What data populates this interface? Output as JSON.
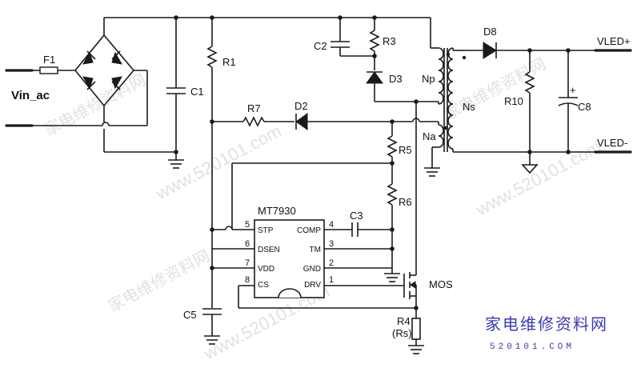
{
  "components": {
    "fuse": "F1",
    "input_label": "Vin_ac",
    "c1": "C1",
    "r1": "R1",
    "c2": "C2",
    "r3": "R3",
    "d3": "D3",
    "r7": "R7",
    "d2": "D2",
    "r5": "R5",
    "r6": "R6",
    "c3": "C3",
    "c5": "C5",
    "r4": "R4",
    "rs": "(Rs)",
    "mos": "MOS",
    "d8": "D8",
    "r10": "R10",
    "c8": "C8",
    "np": "Np",
    "ns": "Ns",
    "na": "Na",
    "vled_plus": "VLED+",
    "vled_minus": "VLED-",
    "cap_polarity": "+"
  },
  "ic": {
    "name": "MT7930",
    "pins_left": [
      {
        "num": "5",
        "label": "STP"
      },
      {
        "num": "6",
        "label": "DSEN"
      },
      {
        "num": "7",
        "label": "VDD"
      },
      {
        "num": "8",
        "label": "CS"
      }
    ],
    "pins_right": [
      {
        "num": "4",
        "label": "COMP"
      },
      {
        "num": "3",
        "label": "TM"
      },
      {
        "num": "2",
        "label": "GND"
      },
      {
        "num": "1",
        "label": "DRV"
      }
    ]
  },
  "watermarks": {
    "cn": "家电维修资料网",
    "url_a": "www.520101.com",
    "bar_text": "家电维修资料网",
    "bar_url": "520101.COM"
  }
}
